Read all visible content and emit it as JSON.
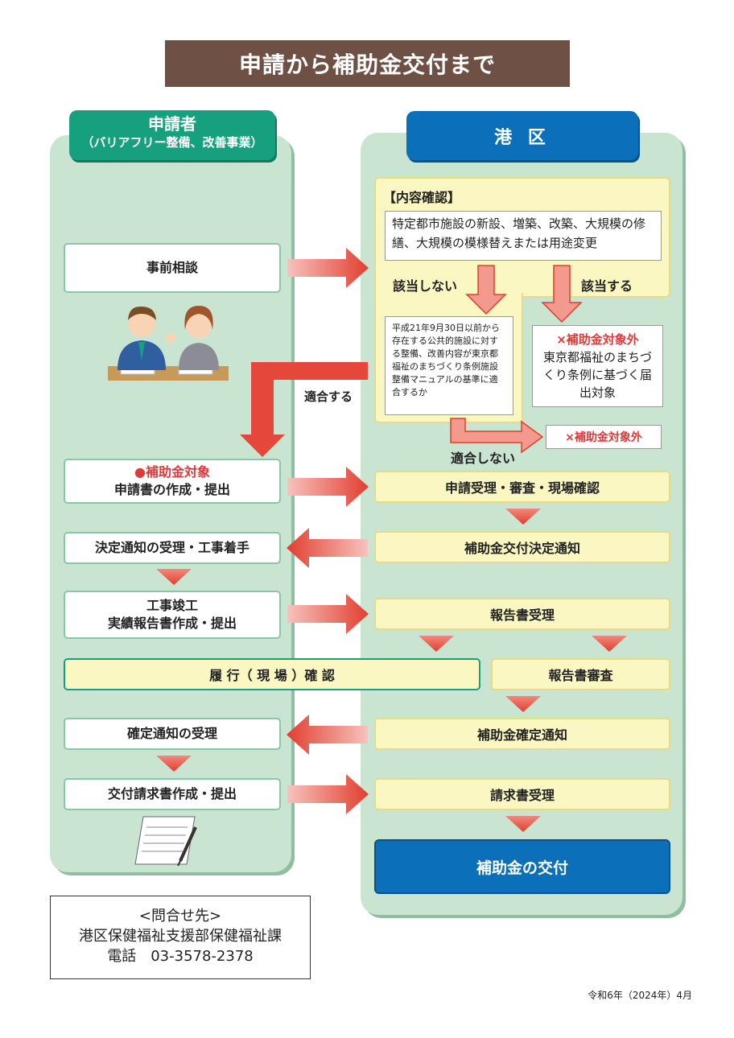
{
  "title": "申請から補助金交付まで",
  "left_header": {
    "line1": "申請者",
    "line2": "（バリアフリー整備、改善事業）"
  },
  "right_header": "港 区",
  "content_check": {
    "heading": "【内容確認】",
    "criteria": "特定都市施設の新設、増築、改築、大規模の修繕、大規模の模様替えまたは用途変更",
    "not_applicable_label": "該当しない",
    "applicable_label": "該当する",
    "question": "平成21年9月30日以前から存在する公共的施設に対する整備、改善内容が東京都福祉のまちづくり条例施設整備マニュアルの基準に適合するか",
    "excluded_title": "×補助金対象外",
    "excluded_detail": "東京都福祉のまちづくり条例に基づく届出対象",
    "conforms_label": "適合する",
    "not_conforms_label": "適合しない",
    "excluded2": "×補助金対象外"
  },
  "left_steps": {
    "consult": "事前相談",
    "eligible_mark": "●補助金対象",
    "application": "申請書の作成・提出",
    "decision_receipt": "決定通知の受理・工事着手",
    "completion_1": "工事竣工",
    "completion_2": "実績報告書作成・提出",
    "confirm_receipt": "確定通知の受理",
    "invoice": "交付請求書作成・提出"
  },
  "right_steps": {
    "reception": "申請受理・審査・現場確認",
    "decision_notice": "補助金交付決定通知",
    "report_receipt": "報告書受理",
    "report_review": "報告書審査",
    "confirm_notice": "補助金確定通知",
    "invoice_receipt": "請求書受理",
    "final": "補助金の交付"
  },
  "inspection": "履 行（ 現 場 ）確 認",
  "contact": {
    "heading": "<問合せ先>",
    "dept": "港区保健福祉支援部保健福祉課",
    "phone": "電話　03-3578-2378"
  },
  "date": "令和6年（2024年）4月",
  "colors": {
    "title_bg": "#6e5044",
    "green": "#17a07d",
    "blue": "#0b70b9",
    "panel": "#c9e4d1",
    "yellow": "#fbf7c2",
    "arrow_red": "#e64b3d"
  }
}
